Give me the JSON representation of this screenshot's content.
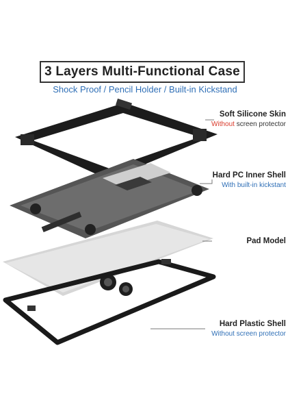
{
  "header": {
    "title": "3 Layers Multi-Functional Case",
    "subtitle": "Shock Proof / Pencil Holder / Built-in Kickstand"
  },
  "layers": [
    {
      "name": "Soft Silicone Skin",
      "desc_highlight": "Without",
      "desc_rest": " screen protector",
      "highlight_color": "#d93a2b"
    },
    {
      "name": "Hard PC Inner Shell",
      "desc": "With built-in kickstant",
      "desc_color": "#2f6fb6"
    },
    {
      "name": "Pad Model"
    },
    {
      "name": "Hard Plastic Shell",
      "desc": "Without screen protector",
      "desc_color": "#2f6fb6"
    }
  ],
  "colors": {
    "accent": "#2f6fb6",
    "warning": "#d93a2b",
    "case": "#1a1a1a",
    "tablet": "#d9d9d9"
  }
}
